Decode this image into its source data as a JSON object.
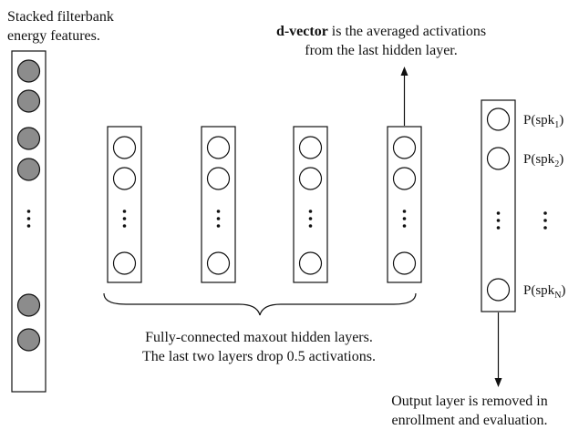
{
  "input_layer": {
    "caption_lines": [
      "Stacked filterbank",
      "energy features."
    ],
    "ellipsis": "⋮"
  },
  "hidden_layers": {
    "caption_lines": [
      "Fully-connected maxout hidden layers.",
      "The last two layers drop 0.5 activations."
    ],
    "ellipsis": "⋮",
    "count": 4
  },
  "d_vector": {
    "bold_term": "d-vector",
    "caption_rest": " is the averaged activations",
    "caption_line2": "from the last hidden layer."
  },
  "output_layer": {
    "labels": [
      {
        "prefix": "P(spk",
        "subscript": "1",
        "suffix": ")"
      },
      {
        "prefix": "P(spk",
        "subscript": "2",
        "suffix": ")"
      },
      {
        "prefix": "P(spk",
        "subscript": "N",
        "suffix": ")"
      }
    ],
    "ellipsis": "⋮",
    "caption_lines": [
      "Output layer is removed in",
      "enrollment and evaluation."
    ]
  },
  "colors": {
    "stroke": "#111111",
    "input_node_fill": "#8c8c8c",
    "node_fill": "#ffffff"
  }
}
